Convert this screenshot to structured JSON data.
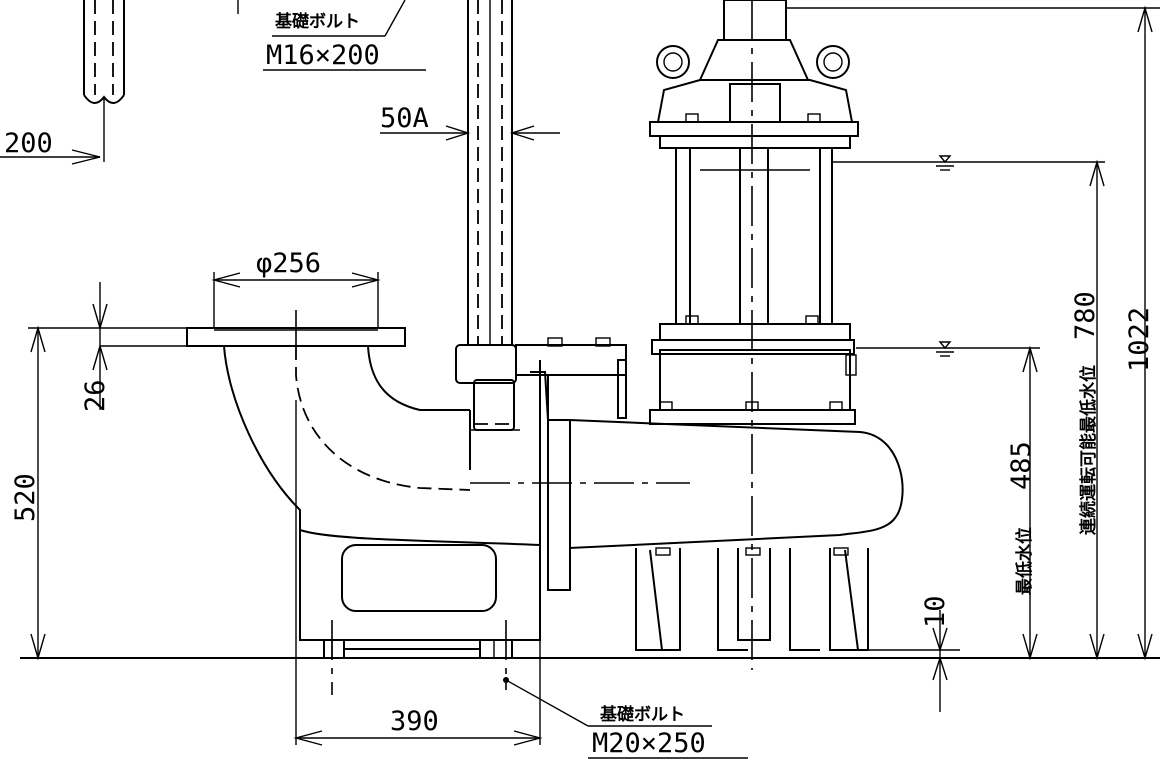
{
  "labels": {
    "bolt_top_title": "基礎ボルト",
    "bolt_top_spec": "M16×200",
    "bolt_bottom_title": "基礎ボルト",
    "bolt_bottom_spec": "M20×250",
    "pipe_size": "50A",
    "left_dim": "200",
    "flange_dia": "φ256",
    "flange_thk": "26",
    "height_520": "520",
    "width_390": "390",
    "gap_10": "10",
    "min_level_label": "最低水位",
    "min_level_value": "485",
    "cont_level_label": "連続運転可能最低水位",
    "cont_level_value": "780",
    "total_height": "1022"
  }
}
